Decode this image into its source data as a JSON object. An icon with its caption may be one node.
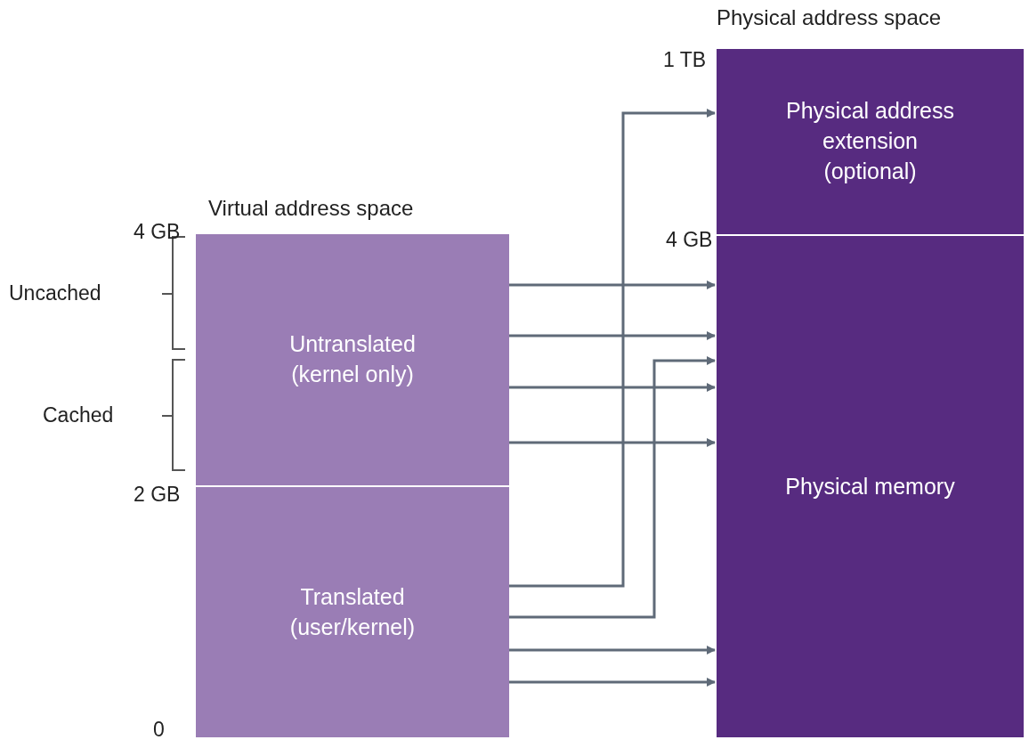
{
  "diagram": {
    "nodes": [
      {
        "text": [
          "Virtual address space"
        ]
      },
      {
        "text": [
          "Untranslated (kernel only)"
        ],
        "in": 0
      },
      {
        "text": [
          "Translated (user/kernel)"
        ],
        "in": 0
      },
      {
        "text": [
          "Physical address space"
        ]
      },
      {
        "text": [
          "Physical address extension (optional)"
        ],
        "in": 3
      },
      {
        "text": [
          "Physical memory"
        ],
        "in": 3
      }
    ],
    "edges": [
      {
        "from": 1,
        "to": 5,
        "arrow": "to"
      },
      {
        "from": 1,
        "to": 5,
        "arrow": "to"
      },
      {
        "from": 1,
        "to": 5,
        "arrow": "to"
      },
      {
        "from": 1,
        "to": 5,
        "arrow": "to"
      },
      {
        "from": 2,
        "to": 4,
        "arrow": "to"
      },
      {
        "from": 2,
        "to": 5,
        "arrow": "to"
      },
      {
        "from": 2,
        "to": 5,
        "arrow": "to"
      },
      {
        "from": 2,
        "to": 5,
        "arrow": "to"
      }
    ],
    "labels": [
      "1 TB",
      "4 GB",
      "Uncached",
      "Cached",
      "2 GB",
      "0",
      "4 GB"
    ]
  }
}
